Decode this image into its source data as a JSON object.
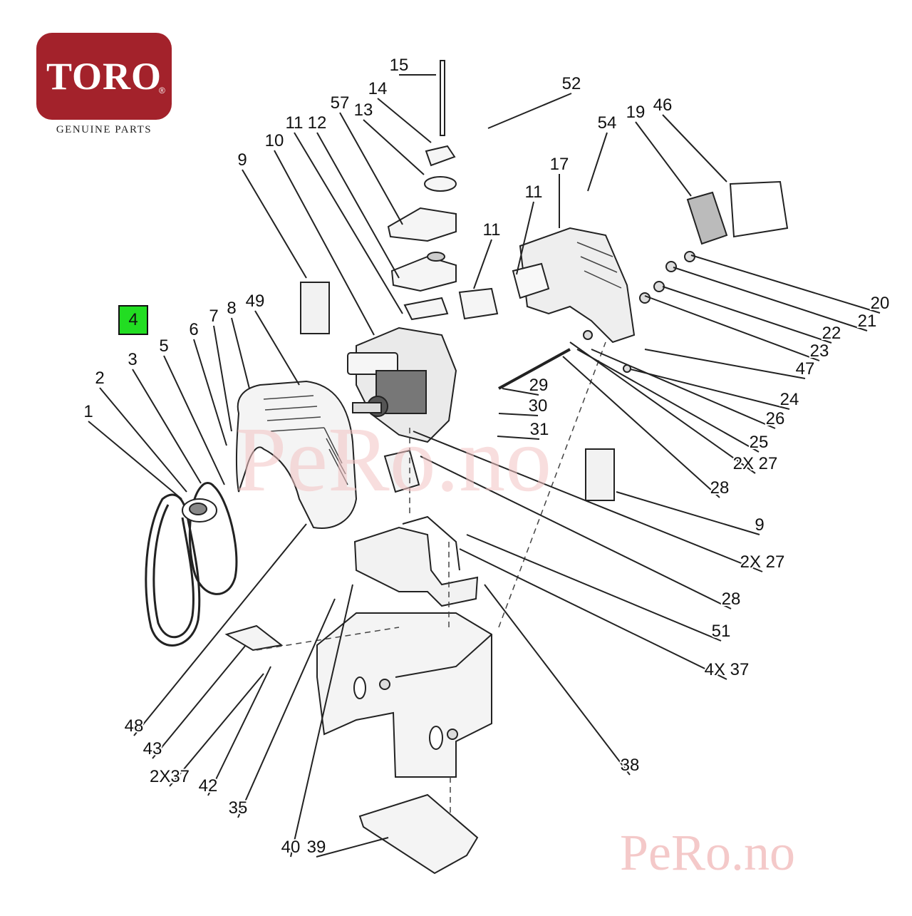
{
  "brand": {
    "name": "TORO",
    "registered": "®",
    "tagline": "GENUINE PARTS",
    "color": "#a3222b"
  },
  "watermark": "PeRo.no",
  "highlight": {
    "label": "4",
    "color": "#22dd22"
  },
  "callouts": [
    "1",
    "2",
    "3",
    "5",
    "6",
    "7",
    "8",
    "49",
    "9",
    "10",
    "11",
    "12",
    "57",
    "13",
    "14",
    "15",
    "52",
    "54",
    "19",
    "46",
    "17",
    "11",
    "11",
    "20",
    "21",
    "22",
    "23",
    "47",
    "24",
    "26",
    "25",
    "2X 27",
    "28",
    "29",
    "30",
    "31",
    "9",
    "2X 27",
    "28",
    "51",
    "4X 37",
    "38",
    "48",
    "43",
    "2X37",
    "42",
    "35",
    "40",
    "39"
  ]
}
